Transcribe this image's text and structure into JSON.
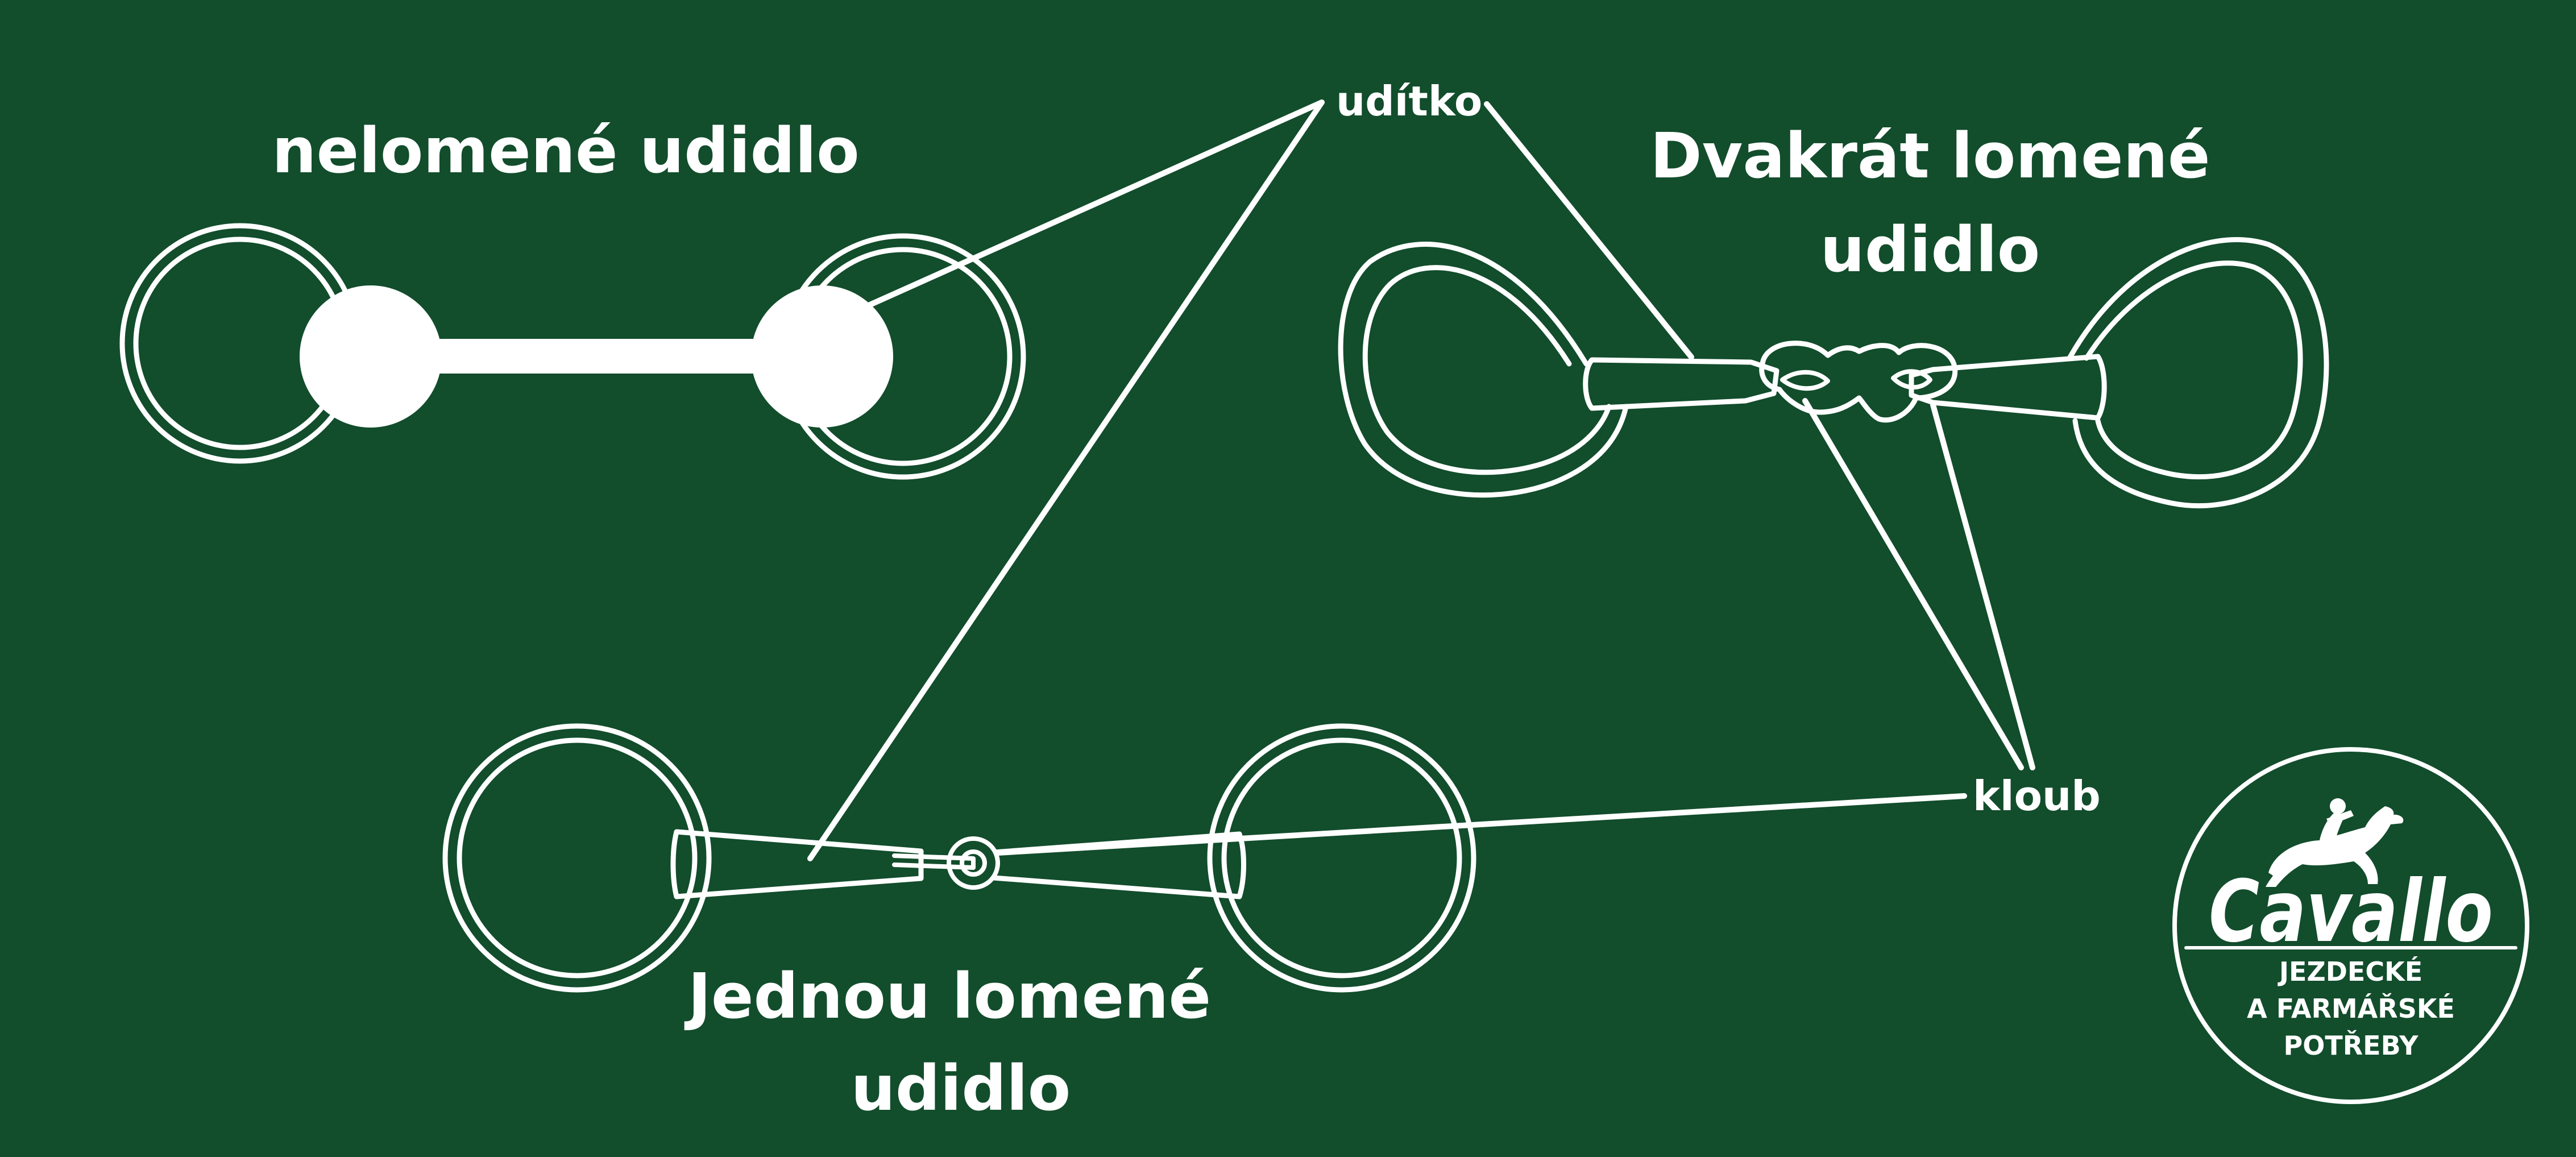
{
  "colors": {
    "background": "#124d2c",
    "foreground": "#ffffff"
  },
  "labels": {
    "unbroken_bit": "nelomené udidlo",
    "double_broken_bit_line1": "Dvakrát lomené",
    "double_broken_bit_line2": "udidlo",
    "single_broken_bit_line1": "Jednou lomené",
    "single_broken_bit_line2": "udidlo",
    "mouthpiece": "udítko",
    "joint": "kloub"
  },
  "logo": {
    "brand": "Cavallo",
    "tagline_line1": "JEZDECKÉ",
    "tagline_line2": "A FARMÁŘSKÉ",
    "tagline_line3": "POTŘEBY",
    "icon": "horse-and-rider-jumping-icon"
  }
}
